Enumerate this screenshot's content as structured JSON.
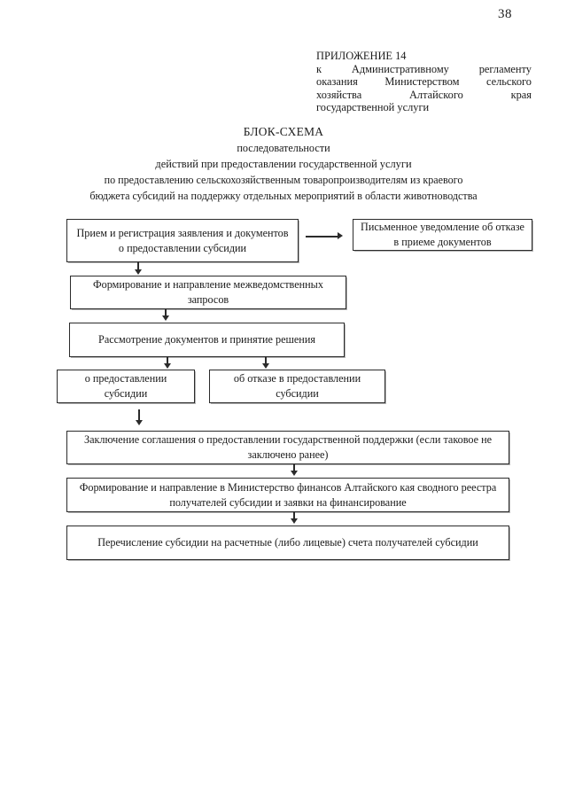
{
  "page": {
    "number": "38"
  },
  "appendix": {
    "title": "ПРИЛОЖЕНИЕ 14",
    "line1": "к Административному регламенту",
    "line2": "оказания Министерством сельского",
    "line3": "хозяйства Алтайского края",
    "line4": "государственной услуги"
  },
  "doc_title": {
    "line1": "БЛОК-СХЕМА",
    "line2": "последовательности",
    "line3": "действий при предоставлении государственной услуги",
    "line4": "по предоставлению сельскохозяйственным товаропроизводителям из краевого",
    "line5": "бюджета субсидий на поддержку отдельных мероприятий в области животноводства"
  },
  "flowchart": {
    "type": "flowchart",
    "nodes": [
      {
        "id": "intake",
        "text": "Прием и регистрация заявления и документов о предоставлении субсидии"
      },
      {
        "id": "refusal",
        "text": "Письменное уведомление об отказе в приеме документов"
      },
      {
        "id": "requests",
        "text": "Формирование и направление межведомственных запросов"
      },
      {
        "id": "review",
        "text": "Рассмотрение документов и принятие решения"
      },
      {
        "id": "grant",
        "text": "о предоставлении субсидии"
      },
      {
        "id": "deny",
        "text": "об отказе в предоставлении субсидии"
      },
      {
        "id": "agreement",
        "text": "Заключение соглашения о предоставлении государственной поддержки (если таковое не заключено ранее)"
      },
      {
        "id": "registry",
        "text": "Формирование и направление в Министерство финансов Алтайского кая сводного реестра получателей субсидии и заявки на финансирование"
      },
      {
        "id": "transfer",
        "text": "Перечисление субсидии на расчетные (либо лицевые) счета получателей субсидии"
      }
    ],
    "edges": [
      {
        "from": "intake",
        "to": "refusal",
        "direction": "right"
      },
      {
        "from": "intake",
        "to": "requests",
        "direction": "down"
      },
      {
        "from": "requests",
        "to": "review",
        "direction": "down"
      },
      {
        "from": "review",
        "to": "grant",
        "direction": "down"
      },
      {
        "from": "review",
        "to": "deny",
        "direction": "down"
      },
      {
        "from": "grant",
        "to": "agreement",
        "direction": "down"
      },
      {
        "from": "agreement",
        "to": "registry",
        "direction": "down"
      },
      {
        "from": "registry",
        "to": "transfer",
        "direction": "down"
      }
    ]
  }
}
